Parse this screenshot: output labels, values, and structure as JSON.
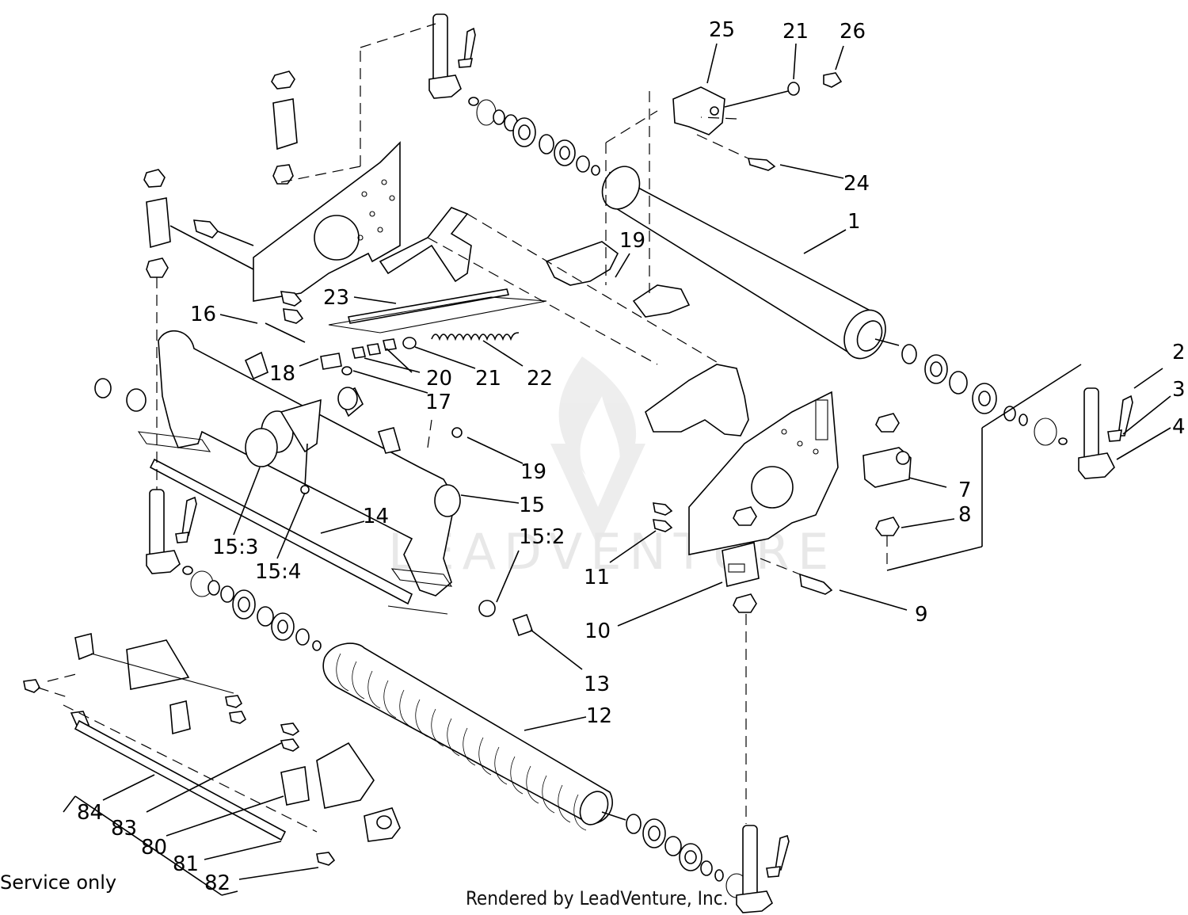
{
  "diagram": {
    "watermark": "LEADVENTURE",
    "credit": "Rendered by LeadVenture, Inc.",
    "service_note": "Service only",
    "callouts": [
      {
        "id": "c-25",
        "text": "25"
      },
      {
        "id": "c-21a",
        "text": "21"
      },
      {
        "id": "c-26",
        "text": "26"
      },
      {
        "id": "c-24",
        "text": "24"
      },
      {
        "id": "c-1",
        "text": "1"
      },
      {
        "id": "c-19a",
        "text": "19"
      },
      {
        "id": "c-23",
        "text": "23"
      },
      {
        "id": "c-16",
        "text": "16"
      },
      {
        "id": "c-18",
        "text": "18"
      },
      {
        "id": "c-20",
        "text": "20"
      },
      {
        "id": "c-21b",
        "text": "21"
      },
      {
        "id": "c-22",
        "text": "22"
      },
      {
        "id": "c-17",
        "text": "17"
      },
      {
        "id": "c-2",
        "text": "2"
      },
      {
        "id": "c-3",
        "text": "3"
      },
      {
        "id": "c-4",
        "text": "4"
      },
      {
        "id": "c-7",
        "text": "7"
      },
      {
        "id": "c-8",
        "text": "8"
      },
      {
        "id": "c-19b",
        "text": "19"
      },
      {
        "id": "c-15",
        "text": "15"
      },
      {
        "id": "c-14",
        "text": "14"
      },
      {
        "id": "c-15-2",
        "text": "15:2"
      },
      {
        "id": "c-15-3",
        "text": "15:3"
      },
      {
        "id": "c-15-4",
        "text": "15:4"
      },
      {
        "id": "c-11",
        "text": "11"
      },
      {
        "id": "c-9",
        "text": "9"
      },
      {
        "id": "c-10",
        "text": "10"
      },
      {
        "id": "c-13",
        "text": "13"
      },
      {
        "id": "c-12",
        "text": "12"
      },
      {
        "id": "c-84",
        "text": "84"
      },
      {
        "id": "c-83",
        "text": "83"
      },
      {
        "id": "c-80",
        "text": "80"
      },
      {
        "id": "c-81",
        "text": "81"
      },
      {
        "id": "c-82",
        "text": "82"
      }
    ]
  }
}
